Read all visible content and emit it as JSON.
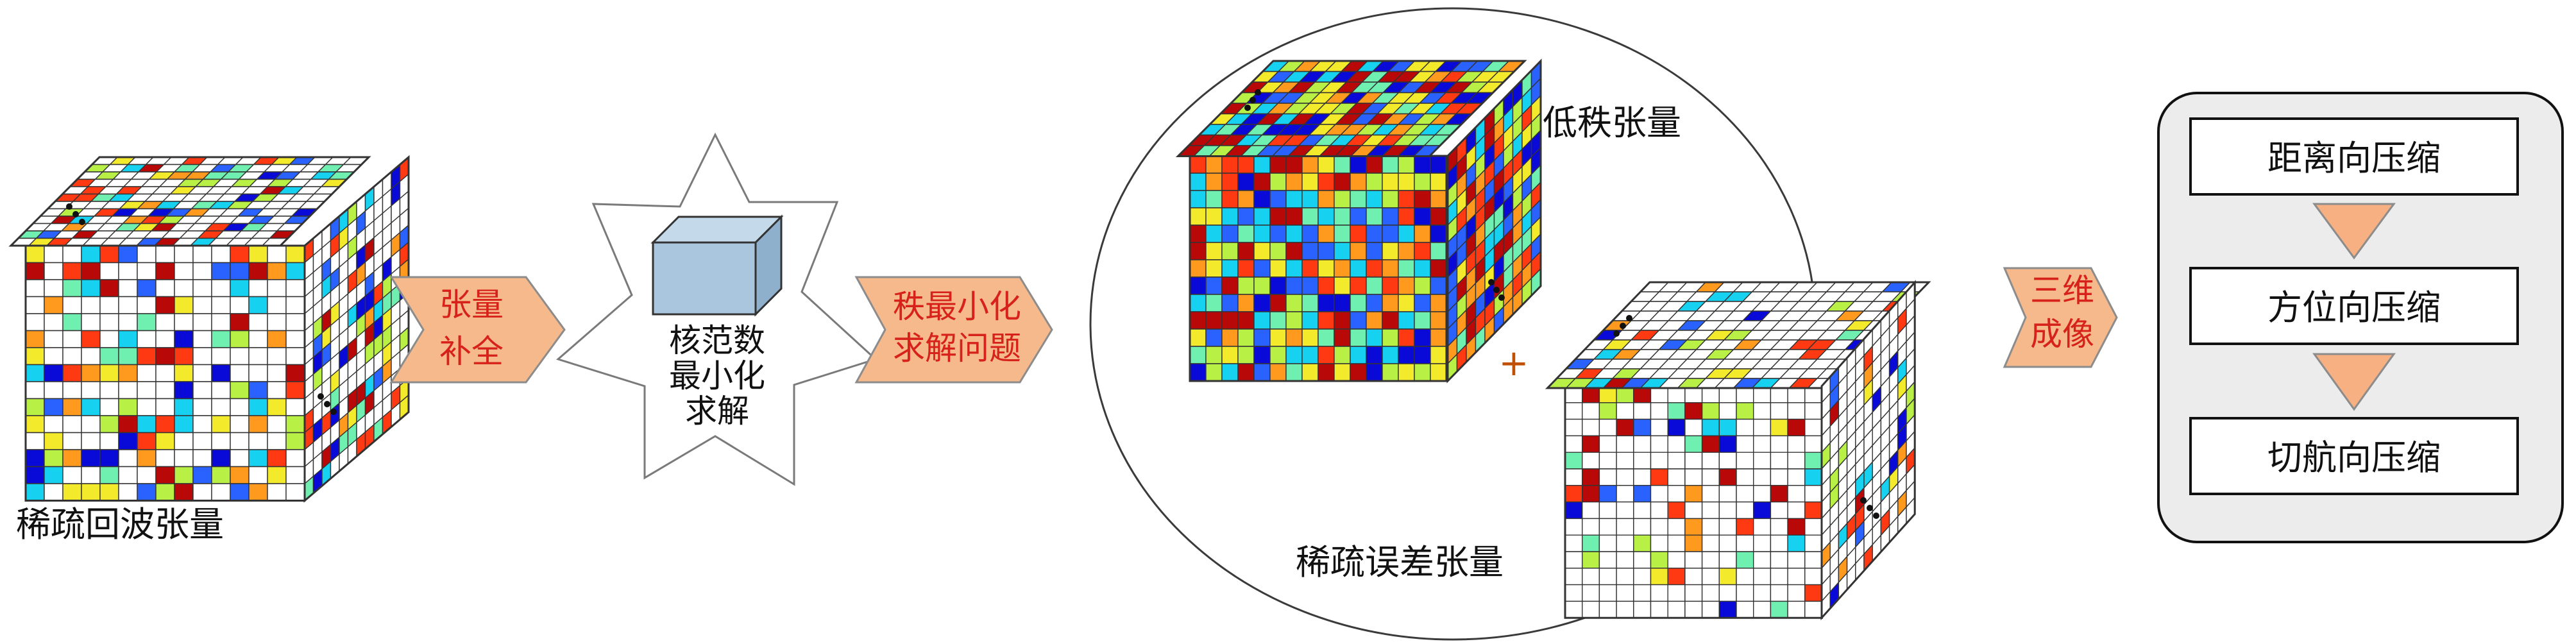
{
  "labels": {
    "sparse_echo_tensor": "稀疏回波张量",
    "tensor_completion": [
      "张量",
      "补全"
    ],
    "star_text": [
      "核范数",
      "最小化",
      "求解"
    ],
    "rank_minimization": [
      "秩最小化",
      "求解问题"
    ],
    "low_rank_tensor": "低秩张量",
    "plus": "+",
    "sparse_error_tensor": "稀疏误差张量",
    "three_d_imaging": [
      "三维",
      "成像"
    ]
  },
  "steps": [
    "距离向压缩",
    "方位向压缩",
    "切航向压缩"
  ],
  "colors": {
    "cell_palette": [
      "#0a0ad8",
      "#2a62ff",
      "#16d2f0",
      "#6ff0b0",
      "#b9f046",
      "#f4ea2c",
      "#ff9a1e",
      "#ff3a12",
      "#b80808"
    ],
    "arrow_fill": "#f6b98c",
    "arrow_text": "#d6221a",
    "plus_color": "#c05000",
    "small_arrow_fill": "#f6b082",
    "panel_fill": "#ececec",
    "cube_face": "#a9c6de"
  }
}
